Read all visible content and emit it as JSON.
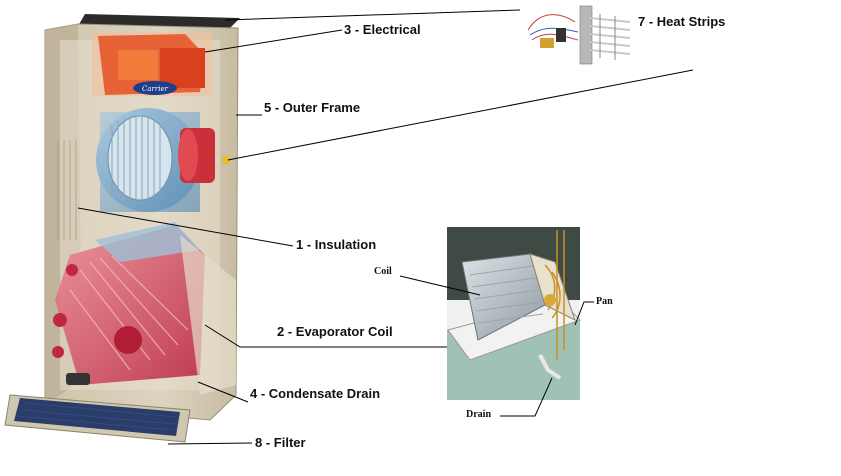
{
  "labels": {
    "electrical": "3 - Electrical",
    "heat_strips": "7 - Heat Strips",
    "outer_frame": "5 - Outer Frame",
    "insulation": "1 - Insulation",
    "evaporator_coil": "2 - Evaporator Coil",
    "condensate_drain": "4 - Condensate Drain",
    "filter": "8 - Filter"
  },
  "inset_labels": {
    "coil": "Coil",
    "pan": "Pan",
    "drain": "Drain"
  },
  "logo_text": "Carrier",
  "colors": {
    "cabinet": "#d8ceb6",
    "blower": "#7fa8c8",
    "coil_red": "#d43a4a",
    "electrical_orange": "#e8562a",
    "inset_wall": "#3f4a44",
    "inset_floor": "#9fc2b5"
  }
}
